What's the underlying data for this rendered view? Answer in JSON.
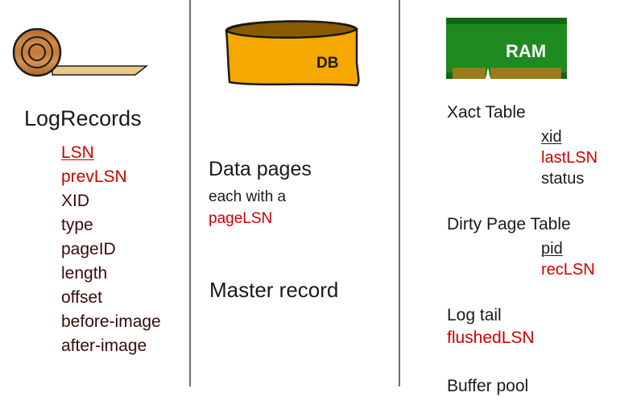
{
  "columns": {
    "log": {
      "icon": "log-roll-icon",
      "title": "LogRecords",
      "fields": [
        {
          "label": "LSN",
          "color": "#cc0000",
          "underline": true
        },
        {
          "label": "prevLSN",
          "color": "#cc0000",
          "underline": false
        },
        {
          "label": "XID",
          "color": "#3a0a0a",
          "underline": false
        },
        {
          "label": "type",
          "color": "#3a0a0a",
          "underline": false
        },
        {
          "label": "pageID",
          "color": "#3a0a0a",
          "underline": false
        },
        {
          "label": "length",
          "color": "#3a0a0a",
          "underline": false
        },
        {
          "label": "offset",
          "color": "#3a0a0a",
          "underline": false
        },
        {
          "label": "before-image",
          "color": "#3a0a0a",
          "underline": false
        },
        {
          "label": "after-image",
          "color": "#3a0a0a",
          "underline": false
        }
      ]
    },
    "db": {
      "icon": "database-icon",
      "icon_label": "DB",
      "data_pages_title": "Data pages",
      "data_pages_sub": "each with a",
      "data_pages_field": "pageLSN",
      "master_record": "Master record"
    },
    "ram": {
      "icon": "ram-module-icon",
      "icon_label": "RAM",
      "xact_table": {
        "title": "Xact Table",
        "fields": [
          {
            "label": "xid",
            "color": "#1a1a1a",
            "underline": true
          },
          {
            "label": "lastLSN",
            "color": "#cc0000",
            "underline": false
          },
          {
            "label": "status",
            "color": "#1a1a1a",
            "underline": false
          }
        ]
      },
      "dirty_page_table": {
        "title": "Dirty Page Table",
        "fields": [
          {
            "label": "pid",
            "color": "#1a1a1a",
            "underline": true
          },
          {
            "label": "recLSN",
            "color": "#cc0000",
            "underline": false
          }
        ]
      },
      "log_tail": {
        "title": "Log tail",
        "field": "flushedLSN"
      },
      "buffer_pool": "Buffer pool"
    }
  },
  "colors": {
    "accent_red": "#cc0000",
    "maroon_text": "#3a0a0a",
    "db_fill": "#f5a800",
    "db_top": "#8a5a00",
    "ram_green": "#1f8a1f",
    "ram_contacts": "#9a7a1a",
    "divider": "#6e6e6e"
  }
}
